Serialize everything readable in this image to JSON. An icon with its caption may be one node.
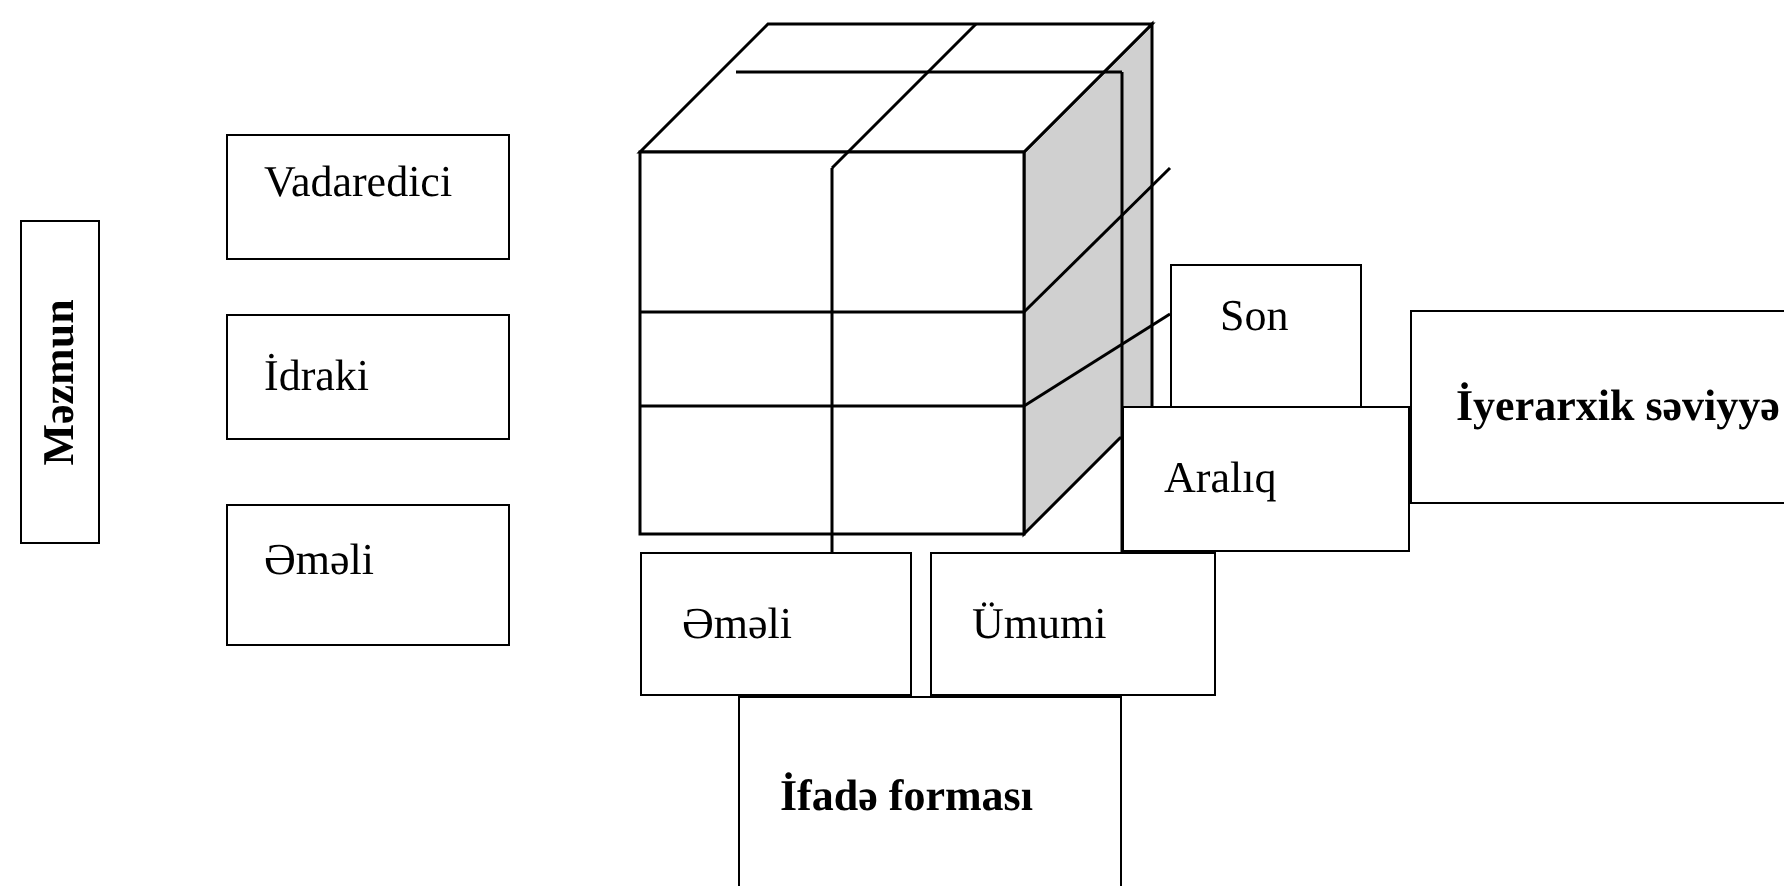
{
  "diagram": {
    "nodes": [
      {
        "text": [
          "Məzmun"
        ]
      },
      {
        "text": [
          "Vadaredici"
        ]
      },
      {
        "text": [
          "İdraki"
        ]
      },
      {
        "text": [
          "Əməli"
        ]
      },
      {
        "text": [
          "Son"
        ]
      },
      {
        "text": [
          "Aralıq"
        ]
      },
      {
        "text": [
          "İyerarxik səviyyə"
        ]
      },
      {
        "text": [
          "Əməli"
        ]
      },
      {
        "text": [
          "Ümumi"
        ]
      },
      {
        "text": [
          "İfadə forması"
        ]
      }
    ]
  }
}
